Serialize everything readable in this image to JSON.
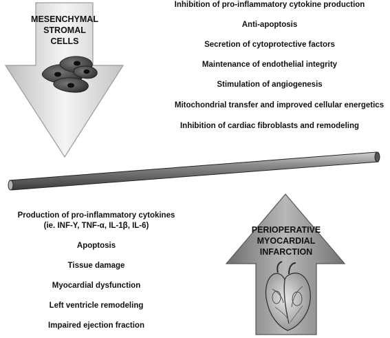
{
  "msc_arrow": {
    "title_lines": [
      "MESENCHYMAL",
      "STROMAL",
      "CELLS"
    ]
  },
  "infarction_arrow": {
    "title_lines": [
      "PERIOPERATIVE",
      "MYOCARDIAL",
      "INFARCTION"
    ]
  },
  "benefits": [
    "Inhibition of pro-inflammatory cytokine production",
    "Anti-apoptosis",
    "Secretion of cytoprotective factors",
    "Maintenance of endothelial integrity",
    "Stimulation of angiogenesis",
    "Mitochondrial transfer and improved cellular energetics",
    "Inhibition of cardiac fibroblasts and remodeling"
  ],
  "harms": [
    "Production of pro-inflammatory cytokines",
    "(ie. INF-Y, TNF-α, IL-1β, IL-6)",
    "Apoptosis",
    "Tissue damage",
    "Myocardial dysfunction",
    "Left ventricle remodeling",
    "Impaired ejection fraction"
  ]
}
